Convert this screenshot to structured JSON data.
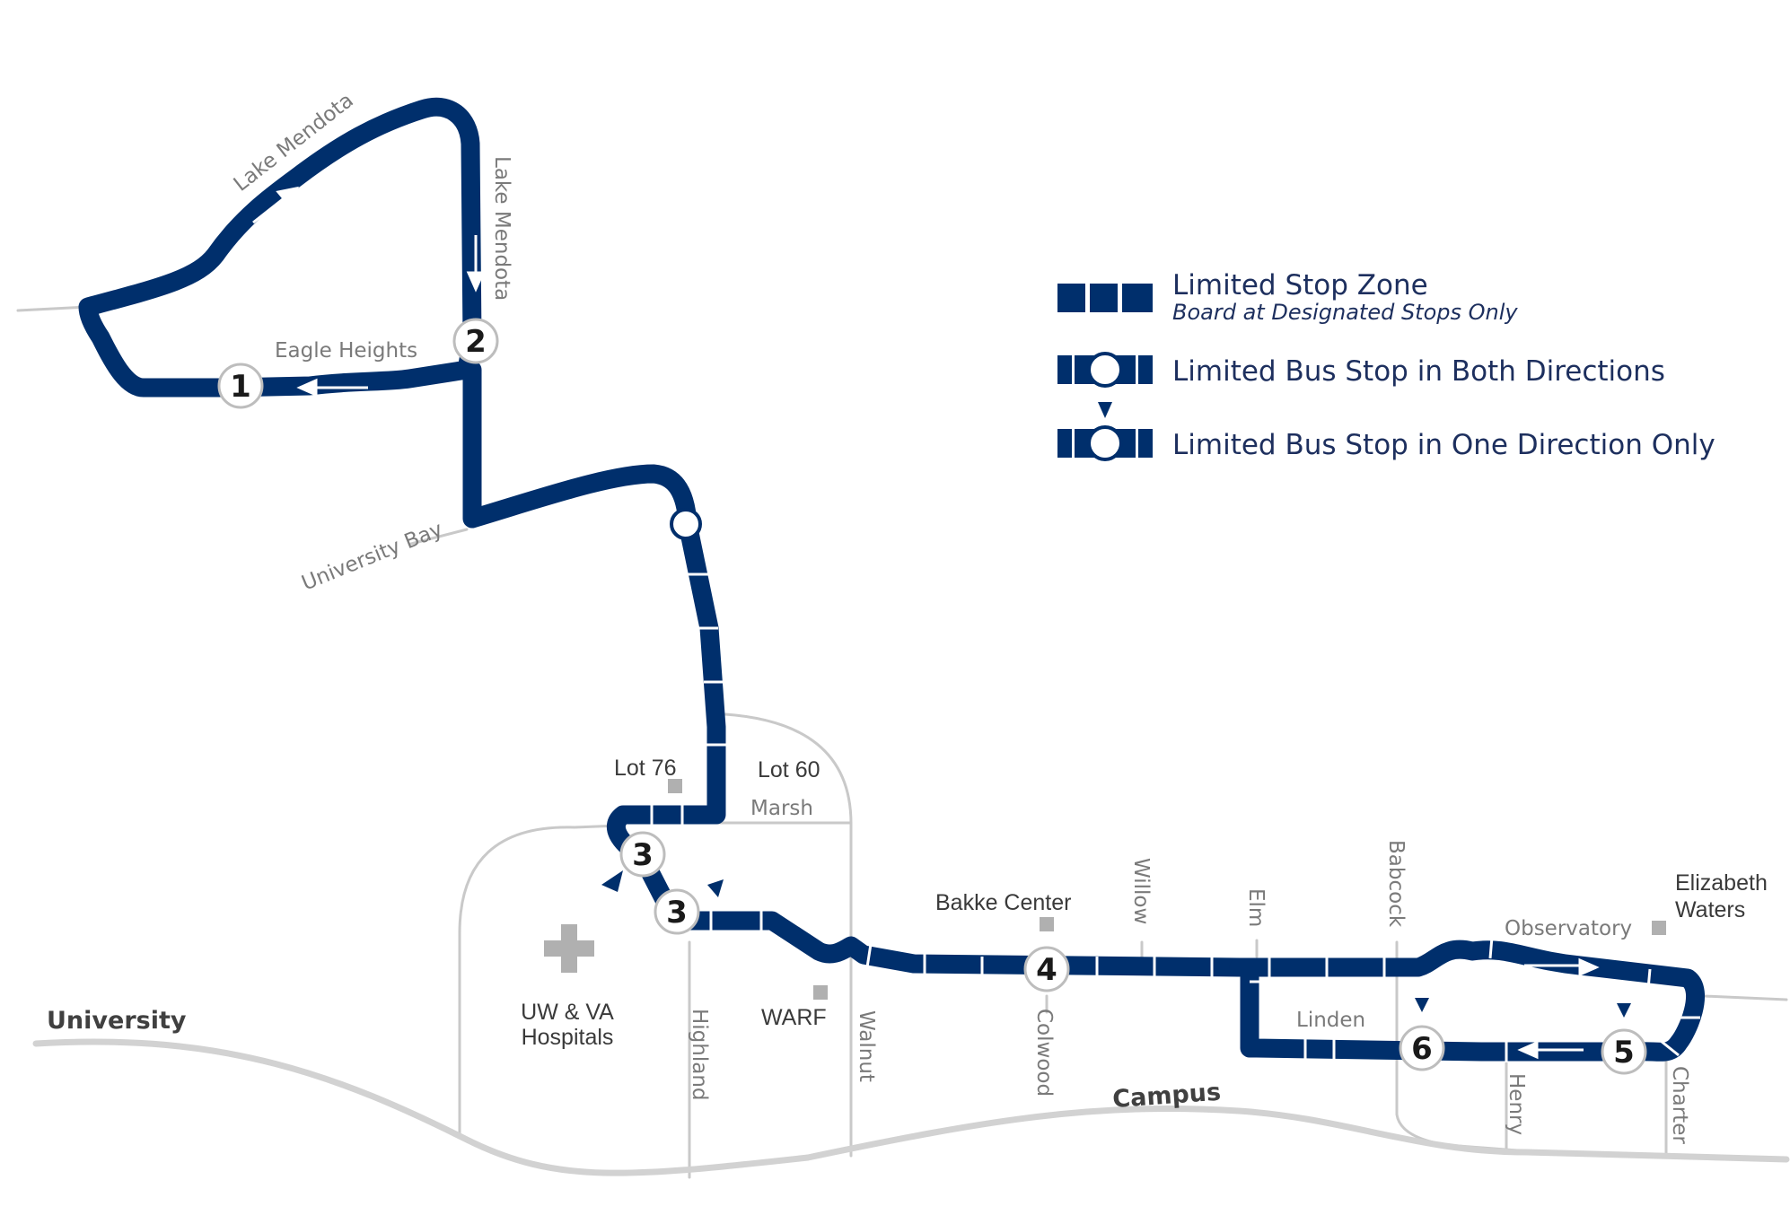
{
  "colors": {
    "route": "#002f6c",
    "street": "#c4c4c4",
    "major_street": "#cfcfcf",
    "stop_outline": "#bdbdbd",
    "poi_marker": "#b0b0b0"
  },
  "legend": {
    "zone_title": "Limited Stop Zone",
    "zone_subtitle": "Board at Designated Stops Only",
    "both_directions": "Limited Bus Stop in Both Directions",
    "one_direction": "Limited Bus Stop in One Direction Only"
  },
  "streets": {
    "lake_mendota_1": "Lake Mendota",
    "lake_mendota_2": "Lake Mendota",
    "eagle_heights": "Eagle Heights",
    "university_bay": "University Bay",
    "marsh": "Marsh",
    "highland": "Highland",
    "walnut": "Walnut",
    "colwood": "Colwood",
    "willow": "Willow",
    "elm": "Elm",
    "babcock": "Babcock",
    "observatory": "Observatory",
    "linden": "Linden",
    "henry": "Henry",
    "charter": "Charter",
    "university": "University",
    "campus": "Campus"
  },
  "places": {
    "lot76": "Lot 76",
    "lot60": "Lot 60",
    "bakke_center": "Bakke Center",
    "warf": "WARF",
    "hospitals_line1": "UW & VA",
    "hospitals_line2": "Hospitals",
    "elizabeth_waters_line1": "Elizabeth",
    "elizabeth_waters_line2": "Waters"
  },
  "stops": {
    "s1": "1",
    "s2": "2",
    "s3a": "3",
    "s3b": "3",
    "s4": "4",
    "s5": "5",
    "s6": "6"
  }
}
